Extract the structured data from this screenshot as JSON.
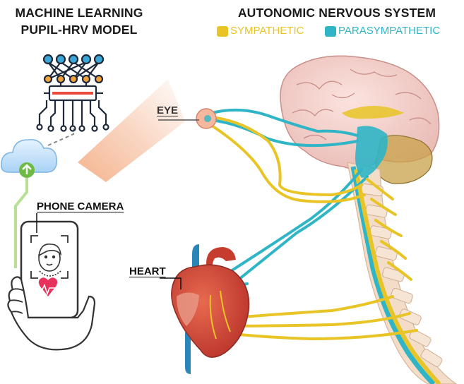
{
  "titles": {
    "ml_line1": "MACHINE LEARNING",
    "ml_line2": "PUPIL-HRV MODEL",
    "ans": "AUTONOMIC NERVOUS SYSTEM"
  },
  "legend": {
    "sympathetic": "SYMPATHETIC",
    "parasympathetic": "PARASYMPATHETIC"
  },
  "labels": {
    "eye": "EYE",
    "phone_camera": "PHONE CAMERA",
    "heart": "HEART"
  },
  "colors": {
    "sympathetic": "#e8c426",
    "parasympathetic": "#2fb5c6",
    "network_node": "#3aa7d8",
    "network_hidden": "#f2a23a",
    "network_bar": "#e94a3b",
    "heart_icon": "#e7325b"
  },
  "icons": [
    "neural-network-chip-icon",
    "cloud-icon",
    "upload-arrow-icon",
    "phone-icon",
    "face-icon",
    "heart-rate-icon",
    "hand-icon",
    "brain-icon",
    "spinal-cord-icon",
    "heart-organ-icon",
    "eye-icon"
  ]
}
